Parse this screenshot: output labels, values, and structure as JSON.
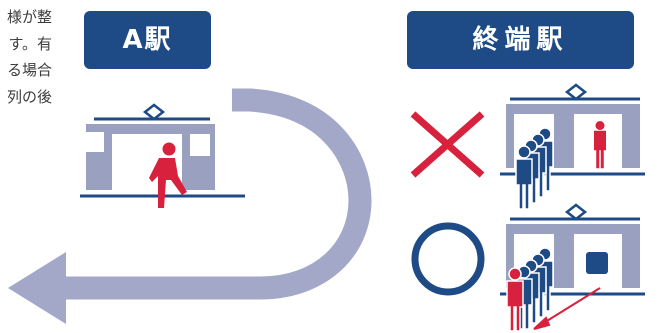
{
  "left_text_fragments": [
    "様が整",
    "す。有",
    "る場合",
    "列の後"
  ],
  "station_a_label": "A駅",
  "terminal_label": "終端駅",
  "colors": {
    "label_bg": "#1e4a86",
    "train_body": "#9aa0c0",
    "train_line": "#1e4a86",
    "passenger_red": "#d8213c",
    "passenger_navy": "#1e4a86",
    "arrow": "#a3a7c8",
    "cross": "#d8213c",
    "circle": "#1e4a86"
  },
  "icons": [
    "cross-mark-icon",
    "circle-mark-icon",
    "u-turn-arrow-icon",
    "train-icon",
    "passenger-icon"
  ]
}
